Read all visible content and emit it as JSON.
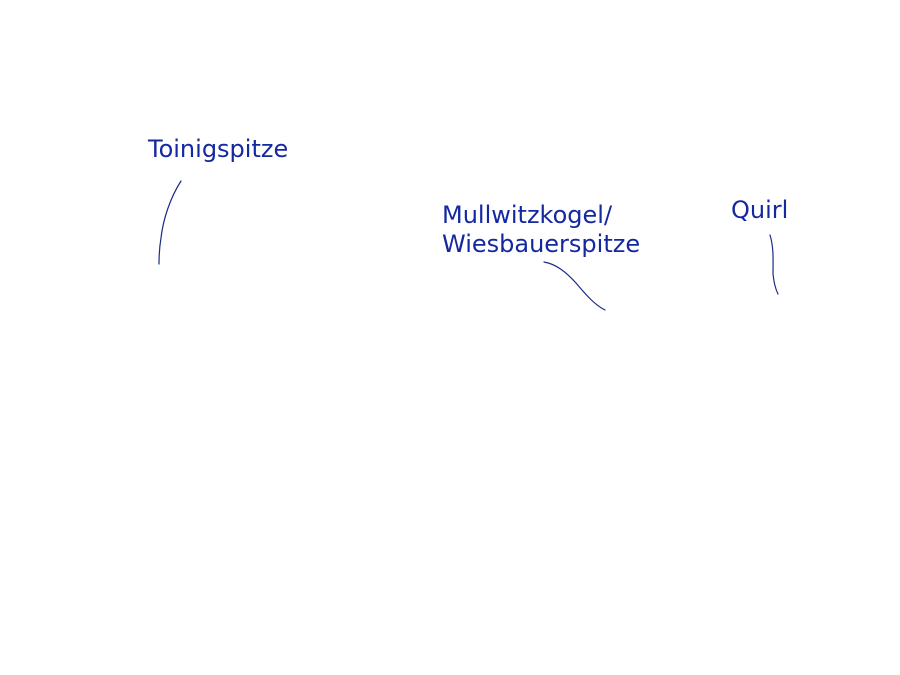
{
  "peaks": [
    {
      "name_lines": [
        "Toinigspitze"
      ]
    },
    {
      "name_lines": [
        "Mullwitzkogel/",
        "Wiesbauerspitze"
      ]
    },
    {
      "name_lines": [
        "Quirl"
      ]
    }
  ],
  "colors": {
    "label_text": "#1428a0",
    "leader_line": "#1b2a8a",
    "background": "#ffffff"
  }
}
